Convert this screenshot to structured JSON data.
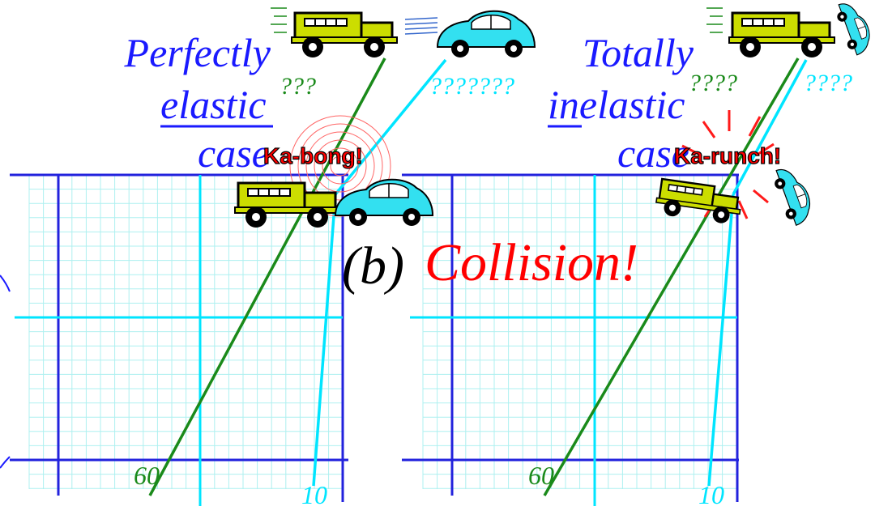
{
  "left_panel": {
    "title_line1": "Perfectly",
    "title_line2": "elastic",
    "title_line3": "case",
    "truck_speed_unknown": "???",
    "car_speed_unknown": "???????",
    "impact_text": "Ka-bong!",
    "truck_initial_speed": "60",
    "car_initial_speed": "10"
  },
  "right_panel": {
    "title_line1": "Totally",
    "title_line2": "inelastic",
    "title_line3": "case",
    "truck_speed_unknown": "????",
    "car_speed_unknown": "????",
    "impact_text": "Ka-runch!",
    "truck_initial_speed": "60",
    "car_initial_speed": "10"
  },
  "center": {
    "part_label": "(b)",
    "collision_label": "Collision!"
  },
  "colors": {
    "title": "#1a1aff",
    "axis": "#2222dd",
    "grid": "#aef0f0",
    "truck_line": "#1a8a1a",
    "car_line": "#00e5ff",
    "impact": "#ff0000",
    "truck_body": "#ccdd00",
    "car_body": "#33e0f0"
  },
  "icons": [
    "truck-icon",
    "car-icon",
    "speed-lines-icon",
    "impact-rings-icon",
    "crash-burst-icon"
  ]
}
